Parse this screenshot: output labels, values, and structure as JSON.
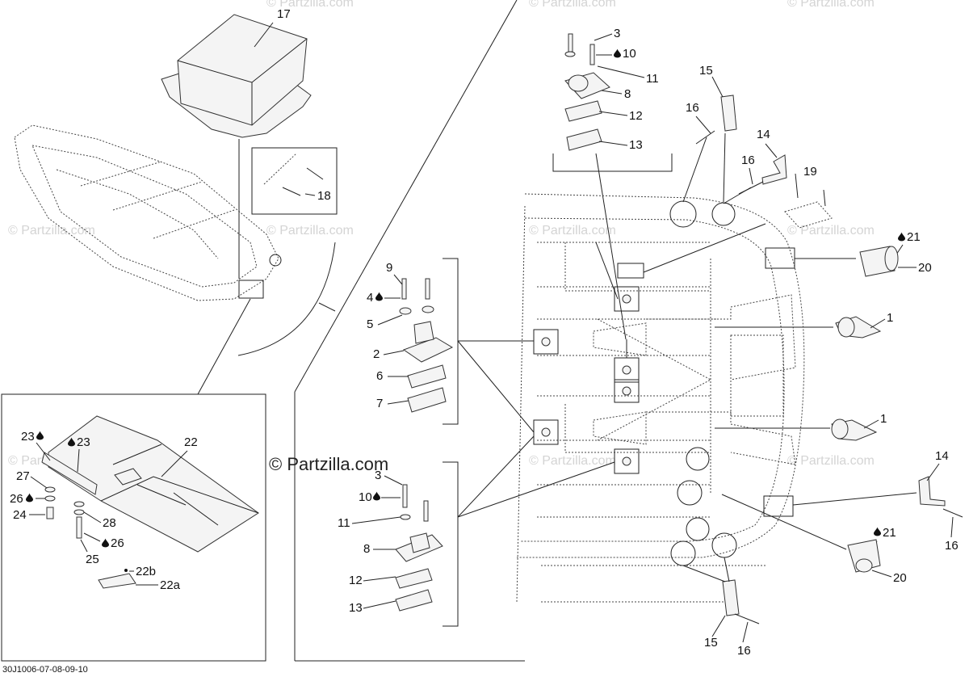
{
  "diagram": {
    "watermark_main": "© Partzilla.com",
    "watermark_faint": "© Partzilla.com",
    "drawing_code": "30J1006-07-08-09-10",
    "drop_icon": "oil-drop-icon",
    "callouts": {
      "c17": "17",
      "c18": "18",
      "c3a": "3",
      "c10a": "10",
      "c11a": "11",
      "c8a": "8",
      "c12a": "12",
      "c13a": "13",
      "c15a": "15",
      "c16a": "16",
      "c14a": "14",
      "c16b": "16",
      "c19": "19",
      "c21a": "21",
      "c20a": "20",
      "c1a": "1",
      "c1b": "1",
      "c14b": "14",
      "c16c": "16",
      "c21b": "21",
      "c20b": "20",
      "c15b": "15",
      "c16d": "16",
      "c9": "9",
      "c4": "4",
      "c5": "5",
      "c2": "2",
      "c6": "6",
      "c7": "7",
      "c3b": "3",
      "c10b": "10",
      "c11b": "11",
      "c8b": "8",
      "c12b": "12",
      "c13b": "13",
      "c23a": "23",
      "c23b": "23",
      "c22": "22",
      "c27": "27",
      "c26a": "26",
      "c24": "24",
      "c28": "28",
      "c26b": "26",
      "c25": "25",
      "c22b": "22b",
      "c22a": "22a"
    }
  }
}
